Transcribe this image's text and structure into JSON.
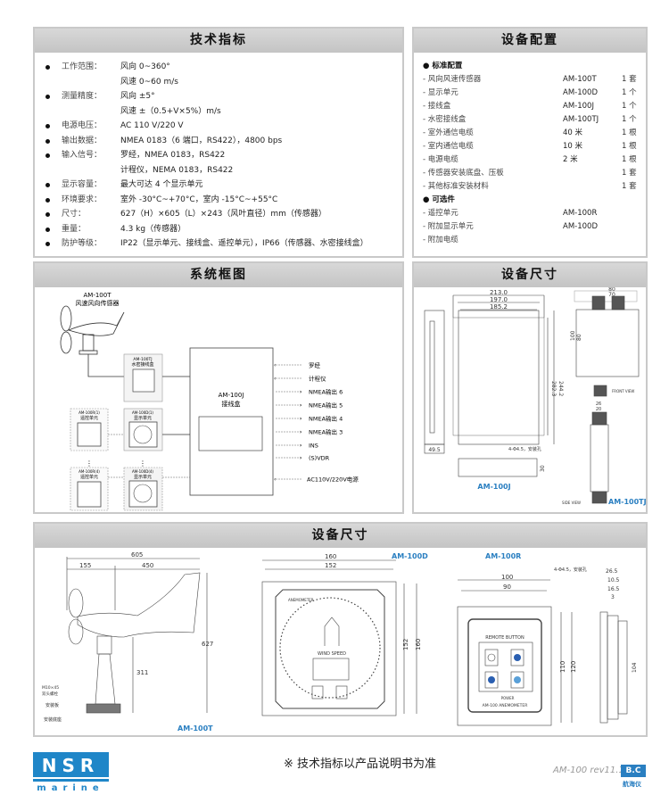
{
  "specs": {
    "title": "技术指标",
    "rows": [
      {
        "label": "工作范围：",
        "value": "风向 0~360°"
      },
      {
        "label": "",
        "value": "风速 0~60 m/s"
      },
      {
        "label": "测量精度：",
        "value": "风向 ±5°"
      },
      {
        "label": "",
        "value": "风速 ±（0.5+V×5%）m/s"
      },
      {
        "label": "电源电压：",
        "value": "AC 110 V/220 V"
      },
      {
        "label": "输出数据：",
        "value": "NMEA 0183（6 端口，RS422），4800 bps"
      },
      {
        "label": "输入信号：",
        "value": "罗经，NMEA 0183，RS422"
      },
      {
        "label": "",
        "value": "计程仪，NEMA 0183，RS422"
      },
      {
        "label": "显示容量：",
        "value": "最大可达 4 个显示单元"
      },
      {
        "label": "环境要求：",
        "value": "室外 -30°C~+70°C，室内 -15°C~+55°C"
      },
      {
        "label": "尺寸：",
        "value": "627（H）×605（L）×243（风叶直径）mm（传感器）"
      },
      {
        "label": "重量：",
        "value": "4.3 kg（传感器）"
      },
      {
        "label": "防护等级：",
        "value": "IP22（显示单元、接线盒、遥控单元），IP66（传感器、水密接线盒）"
      }
    ]
  },
  "config": {
    "title": "设备配置",
    "rows": [
      {
        "name": "● 标准配置",
        "model": "",
        "qty": "",
        "header": true
      },
      {
        "name": "- 风向风速传感器",
        "model": "AM-100T",
        "qty": "1 套"
      },
      {
        "name": "- 显示单元",
        "model": "AM-100D",
        "qty": "1 个"
      },
      {
        "name": "- 接线盒",
        "model": "AM-100J",
        "qty": "1 个"
      },
      {
        "name": "- 水密接线盒",
        "model": "AM-100TJ",
        "qty": "1 个"
      },
      {
        "name": "- 室外通信电缆",
        "model": "40 米",
        "qty": "1 根"
      },
      {
        "name": "- 室内通信电缆",
        "model": "10 米",
        "qty": "1 根"
      },
      {
        "name": "- 电源电缆",
        "model": "2 米",
        "qty": "1 根"
      },
      {
        "name": "- 传感器安装底盘、压板",
        "model": "",
        "qty": "1 套"
      },
      {
        "name": "- 其他标准安装材料",
        "model": "",
        "qty": "1 套"
      },
      {
        "name": "● 可选件",
        "model": "",
        "qty": "",
        "header": true
      },
      {
        "name": "- 遥控单元",
        "model": "AM-100R",
        "qty": ""
      },
      {
        "name": "- 附加显示单元",
        "model": "AM-100D",
        "qty": ""
      },
      {
        "name": "- 附加电缆",
        "model": "",
        "qty": ""
      }
    ]
  },
  "system": {
    "title": "系统框图",
    "sensor_model": "AM-100T",
    "sensor_name": "风速风向传感器",
    "tj_model": "AM-100TJ",
    "tj_name": "水密接线盒",
    "remote_model": "AM-100R(1)",
    "remote_name": "遥控单元",
    "display_model": "AM-100D(1)",
    "display_name": "显示单元",
    "remote2_model": "AM-100R(4)",
    "display2_model": "AM-100D(4)",
    "j_model": "AM-100J",
    "j_name": "接线盒",
    "io": [
      "罗经",
      "计程仪",
      "NMEA输出 6",
      "NMEA输出 5",
      "NMEA输出 4",
      "NMEA输出 3",
      "INS",
      "(S)VDR",
      "AC110V/220V电源"
    ]
  },
  "dims_top": {
    "title": "设备尺寸",
    "j_w1": "213.0",
    "j_w2": "197.0",
    "j_w3": "185.2",
    "j_h1": "282.3",
    "j_h2": "244.2",
    "j_side": "49.5",
    "j_depth": "30",
    "j_holes": "4-Φ4.5，安装孔",
    "tj_w1": "80",
    "tj_w2": "70",
    "tj_h1": "100",
    "tj_h2": "80",
    "tj_side1": "26",
    "tj_side2": "20",
    "front_view": "FRONT VIEW",
    "side_view": "SIDE VIEW",
    "label_j": "AM-100J",
    "label_tj": "AM-100TJ"
  },
  "dims_bottom": {
    "title": "设备尺寸",
    "t_total": "605",
    "t_left": "155",
    "t_right": "450",
    "t_height": "627",
    "t_mast": "311",
    "t_note1": "M10×45",
    "t_note2": "双头螺栓",
    "t_note3": "安装板",
    "t_note4": "安装底座",
    "label_t": "AM-100T",
    "d_w1": "160",
    "d_w2": "152",
    "d_h1": "152",
    "d_h2": "160",
    "d_brand": "ANEMOMETER",
    "d_wind": "WIND SPEED",
    "label_d": "AM-100D",
    "r_w1": "100",
    "r_w2": "90",
    "r_h1": "110",
    "r_h2": "120",
    "r_holes": "4-Φ4.5，安装孔",
    "r_title": "REMOTE BUTTON",
    "r_name": "AM-100 ANEMOMETER",
    "r_power": "POWER",
    "r_s1": "26.5",
    "r_s2": "10.5",
    "r_s3": "16.5",
    "r_s4": "3",
    "r_s5": "104",
    "label_r": "AM-100R"
  },
  "footer": {
    "logo_top": "NSR",
    "logo_bottom": "marine",
    "note": "※ 技术指标以产品说明书为准",
    "rev": "AM-100  rev11.1",
    "badge": "B.C",
    "badge_sub": "航海仪"
  },
  "colors": {
    "accent": "#2a7fc1",
    "header": "#c8c8c8"
  }
}
